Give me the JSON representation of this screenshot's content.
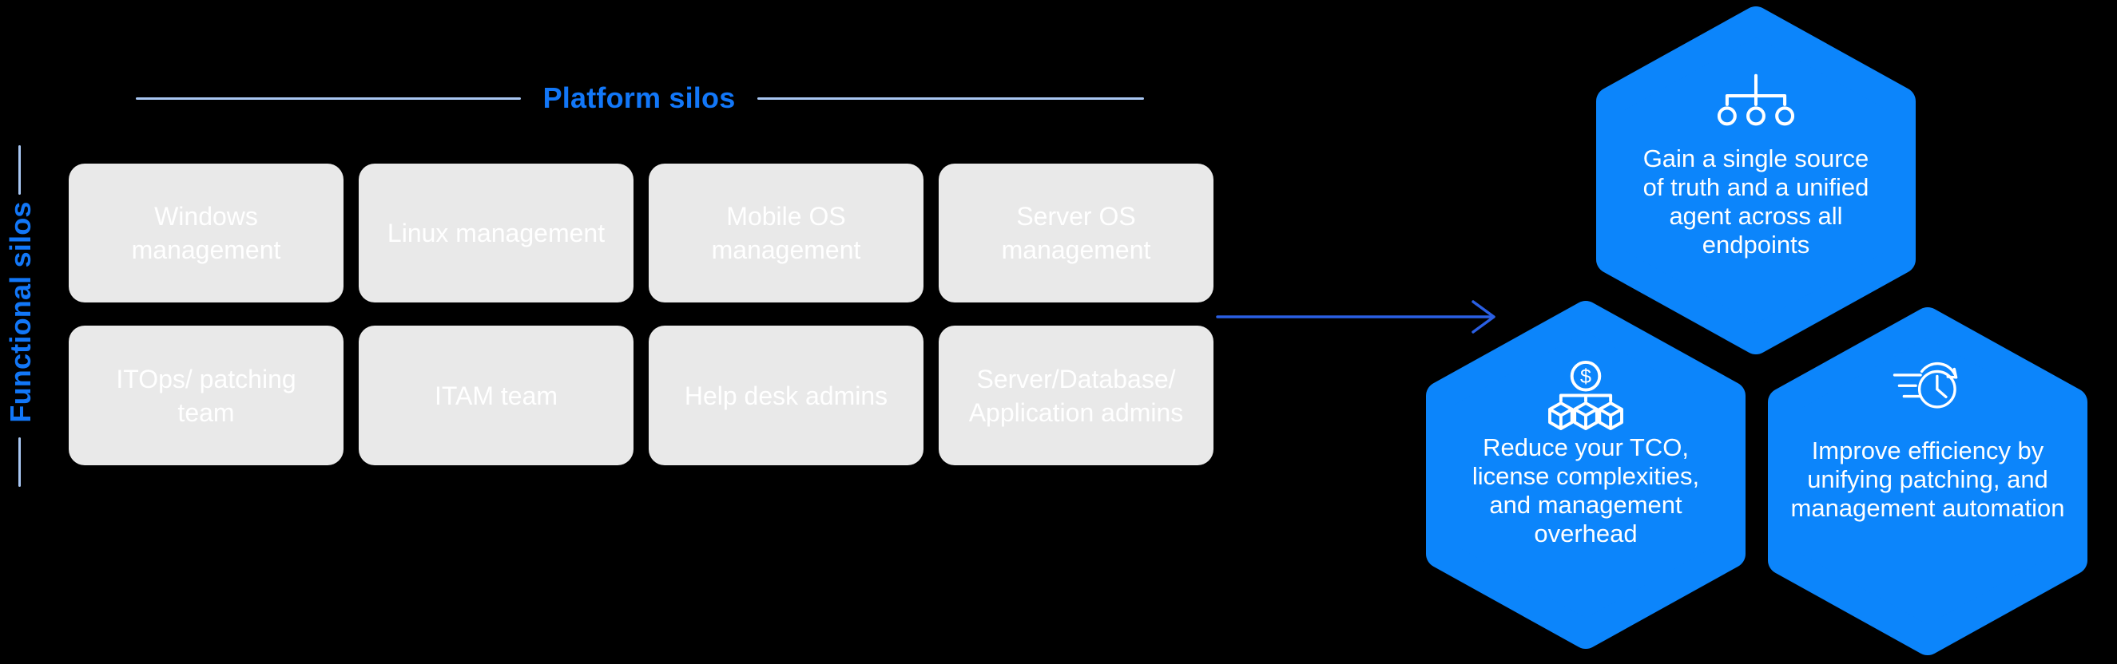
{
  "labels": {
    "platform_silos": "Platform silos",
    "functional_silos": "Functional silos"
  },
  "grid": {
    "boxes": [
      {
        "label": "Windows\nmanagement"
      },
      {
        "label": "Linux management"
      },
      {
        "label": "Mobile OS\nmanagement"
      },
      {
        "label": "Server OS\nmanagement"
      },
      {
        "label": "ITOps/ patching\nteam"
      },
      {
        "label": "ITAM team"
      },
      {
        "label": "Help desk admins"
      },
      {
        "label": "Server/Database/\nApplication admins"
      }
    ]
  },
  "hexagons": [
    {
      "icon": "sitemap-icon",
      "text": "Gain a single source\nof truth and a unified\nagent across all\nendpoints"
    },
    {
      "icon": "cost-distribution-icon",
      "dollar_symbol": "$",
      "text": "Reduce your TCO,\nlicense complexities,\nand management\noverhead"
    },
    {
      "icon": "efficiency-clock-icon",
      "text": "Improve efficiency by\nunifying patching, and\nmanagement automation"
    }
  ],
  "colors": {
    "background": "#000000",
    "accent_blue": "#1277f8",
    "hex_fill": "#0c85fb",
    "line_light": "#a9c7f3",
    "arrow_blue": "#2a5fe3",
    "box_fill": "#e9e9e9",
    "text_white": "#ffffff"
  }
}
